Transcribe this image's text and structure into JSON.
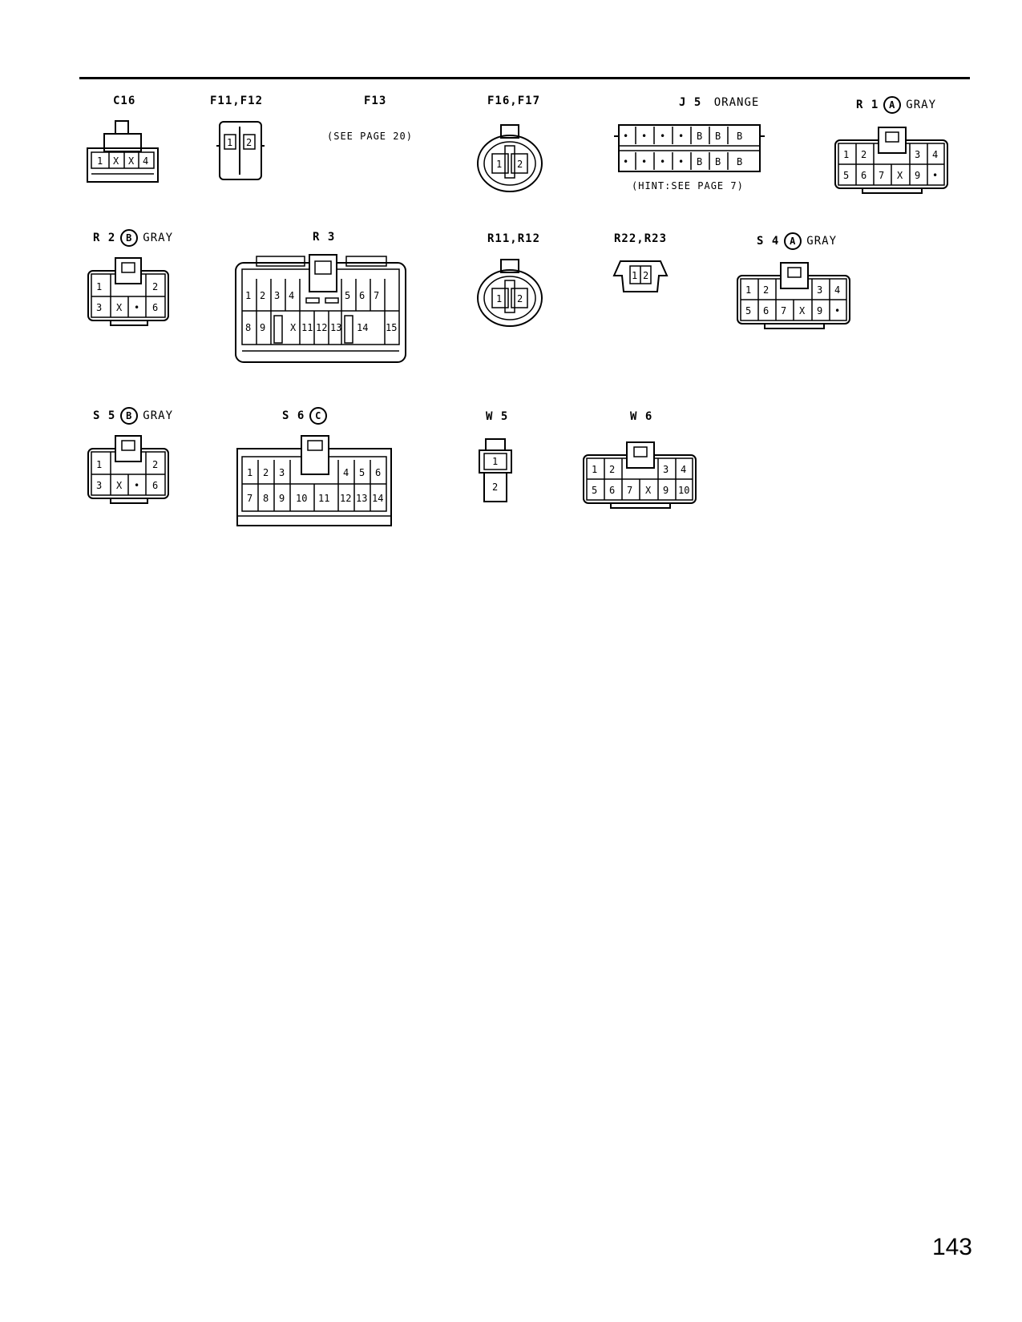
{
  "connectors": {
    "c16": {
      "code": "C16",
      "pins": [
        "1",
        "X",
        "X",
        "4"
      ]
    },
    "f11": {
      "code": "F11,F12",
      "pins": [
        "1",
        "2"
      ]
    },
    "f13": {
      "code": "F13",
      "note": "(SEE PAGE 20)"
    },
    "f16": {
      "code": "F16,F17",
      "pins": [
        "1",
        "2"
      ]
    },
    "j5": {
      "code": "J 5",
      "color": "ORANGE",
      "note": "(HINT:SEE PAGE 7)",
      "top": [
        "•",
        "•",
        "•",
        "•",
        "B",
        "B",
        "B"
      ],
      "bottom": [
        "•",
        "•",
        "•",
        "•",
        "B",
        "B",
        "B"
      ]
    },
    "r1": {
      "code": "R 1",
      "letter": "A",
      "color": "GRAY",
      "top": [
        "1",
        "2",
        "3",
        "4"
      ],
      "bottom": [
        "5",
        "6",
        "7",
        "X",
        "9",
        "•"
      ]
    },
    "r2": {
      "code": "R 2",
      "letter": "B",
      "color": "GRAY",
      "top": [
        "1",
        "2"
      ],
      "bottom": [
        "3",
        "X",
        "•",
        "6"
      ]
    },
    "r3": {
      "code": "R 3",
      "top": [
        "1",
        "2",
        "3",
        "4",
        "5",
        "6",
        "7"
      ],
      "bottom": [
        "8",
        "9",
        "X",
        "11",
        "12",
        "13",
        "14",
        "15"
      ]
    },
    "r11": {
      "code": "R11,R12",
      "pins": [
        "1",
        "2"
      ]
    },
    "r22": {
      "code": "R22,R23",
      "pins": [
        "1",
        "2"
      ]
    },
    "s4": {
      "code": "S 4",
      "letter": "A",
      "color": "GRAY",
      "top": [
        "1",
        "2",
        "3",
        "4"
      ],
      "bottom": [
        "5",
        "6",
        "7",
        "X",
        "9",
        "•"
      ]
    },
    "s5": {
      "code": "S 5",
      "letter": "B",
      "color": "GRAY",
      "top": [
        "1",
        "2"
      ],
      "bottom": [
        "3",
        "X",
        "•",
        "6"
      ]
    },
    "s6": {
      "code": "S 6",
      "letter": "C",
      "top": [
        "1",
        "2",
        "3",
        "4",
        "5",
        "6"
      ],
      "bottom": [
        "7",
        "8",
        "9",
        "10",
        "11",
        "12",
        "13",
        "14"
      ]
    },
    "w5": {
      "code": "W 5",
      "pins": [
        "1",
        "2"
      ]
    },
    "w6": {
      "code": "W 6",
      "top": [
        "1",
        "2",
        "3",
        "4"
      ],
      "bottom": [
        "5",
        "6",
        "7",
        "X",
        "9",
        "10"
      ]
    }
  },
  "page_number": "143"
}
